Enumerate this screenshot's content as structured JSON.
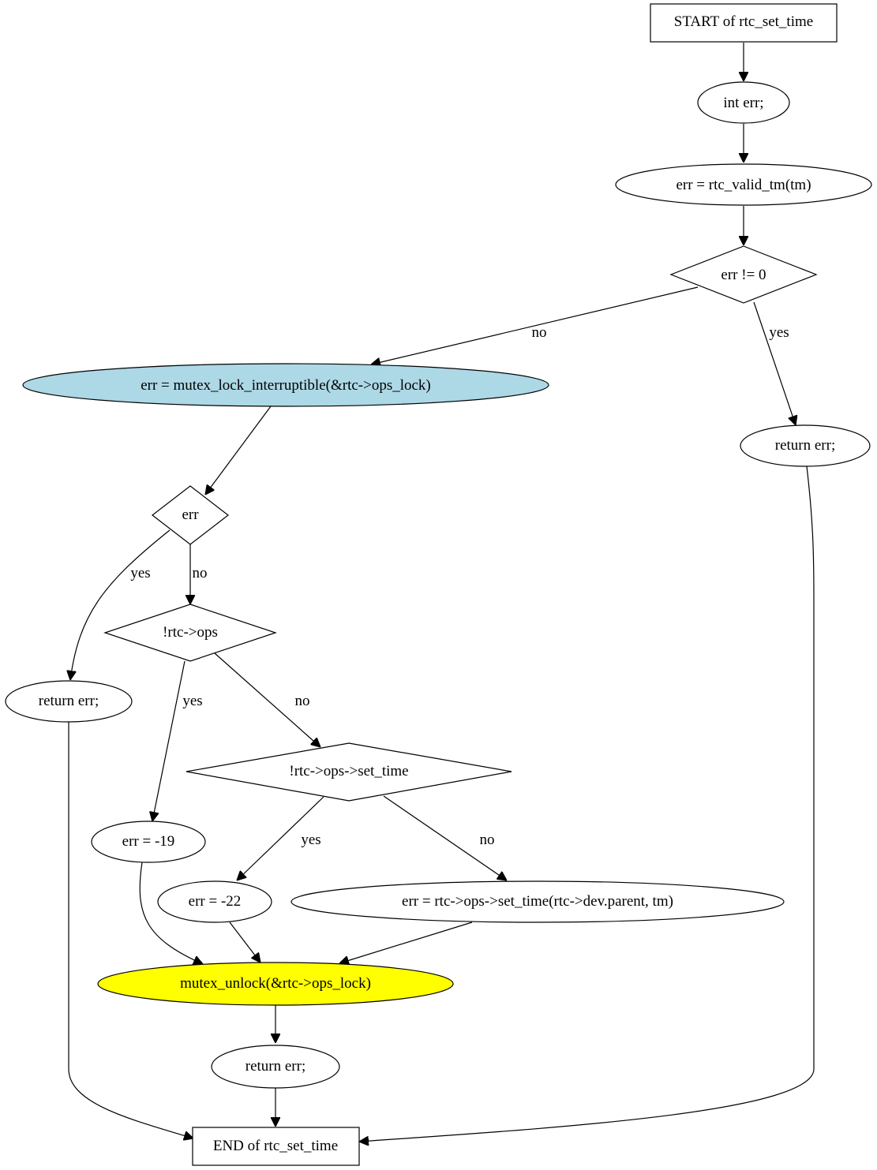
{
  "diagram": {
    "nodes": {
      "start": {
        "label": "START of rtc_set_time",
        "shape": "box"
      },
      "decl_err": {
        "label": "int err;",
        "shape": "ellipse"
      },
      "valid_tm": {
        "label": "err = rtc_valid_tm(tm)",
        "shape": "ellipse"
      },
      "cond_err_ne_0": {
        "label": "err != 0",
        "shape": "diamond"
      },
      "mutex_lock": {
        "label": "err = mutex_lock_interruptible(&rtc->ops_lock)",
        "shape": "ellipse",
        "fill": "#add8e6"
      },
      "return_err_1": {
        "label": "return err;",
        "shape": "ellipse"
      },
      "cond_err": {
        "label": "err",
        "shape": "diamond"
      },
      "return_err_2": {
        "label": "return err;",
        "shape": "ellipse"
      },
      "cond_no_ops": {
        "label": "!rtc->ops",
        "shape": "diamond"
      },
      "cond_no_set_time": {
        "label": "!rtc->ops->set_time",
        "shape": "diamond"
      },
      "err_minus_19": {
        "label": "err = -19",
        "shape": "ellipse"
      },
      "err_minus_22": {
        "label": "err = -22",
        "shape": "ellipse"
      },
      "call_set_time": {
        "label": "err = rtc->ops->set_time(rtc->dev.parent, tm)",
        "shape": "ellipse"
      },
      "mutex_unlock": {
        "label": "mutex_unlock(&rtc->ops_lock)",
        "shape": "ellipse",
        "fill": "#ffff00"
      },
      "return_err_3": {
        "label": "return err;",
        "shape": "ellipse"
      },
      "end": {
        "label": "END of rtc_set_time",
        "shape": "box"
      }
    },
    "edge_labels": {
      "cond_err_ne_0_no": "no",
      "cond_err_ne_0_yes": "yes",
      "cond_err_yes": "yes",
      "cond_err_no": "no",
      "cond_no_ops_yes": "yes",
      "cond_no_ops_no": "no",
      "cond_no_set_time_yes": "yes",
      "cond_no_set_time_no": "no"
    }
  }
}
